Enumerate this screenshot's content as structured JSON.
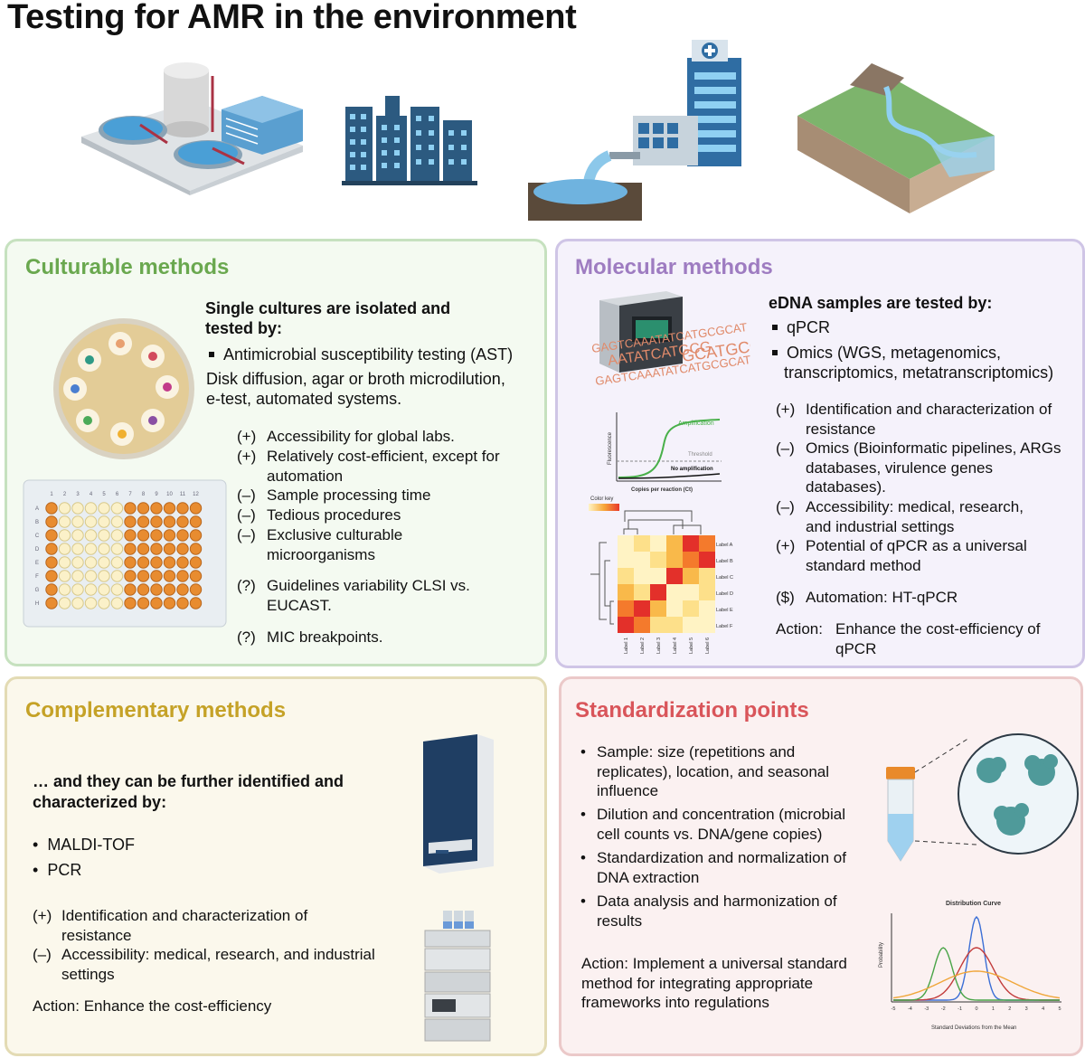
{
  "title": "Testing for AMR in the environment",
  "colors": {
    "culturable": "#6aa84f",
    "molecular": "#9e7cc1",
    "complementary": "#c5a227",
    "standardization": "#d9555a"
  },
  "culturable": {
    "title": "Culturable methods",
    "heading_line1": "Single cultures are isolated and",
    "heading_line2": "tested by:",
    "bullet": "Antimicrobial susceptibility testing (AST)",
    "desc_line1": "Disk diffusion, agar or broth microdilution,",
    "desc_line2": "e-test, automated systems.",
    "items": [
      {
        "sign": "(+)",
        "text": "Accessibility for global labs."
      },
      {
        "sign": "(+)",
        "text": "Relatively cost-efficient, except  for automation"
      },
      {
        "sign": "(–)",
        "text": "Sample processing time"
      },
      {
        "sign": "(–)",
        "text": "Tedious procedures"
      },
      {
        "sign": "(–)",
        "text": "Exclusive culturable microorganisms"
      }
    ],
    "q1_sign": "(?)",
    "q1_text": "Guidelines variability CLSI vs. EUCAST.",
    "q2_sign": "(?)",
    "q2_text": "MIC breakpoints.",
    "plate_cols": [
      "1",
      "2",
      "3",
      "4",
      "5",
      "6",
      "7",
      "8",
      "9",
      "10",
      "11",
      "12"
    ],
    "plate_rows": [
      "A",
      "B",
      "C",
      "D",
      "E",
      "F",
      "G",
      "H"
    ]
  },
  "molecular": {
    "title": "Molecular methods",
    "heading": "eDNA samples are tested by:",
    "bullets": [
      "qPCR",
      "Omics (WGS, metagenomics,"
    ],
    "bullet2_cont": "transcriptomics, metatranscriptomics)",
    "items": [
      {
        "sign": "(+)",
        "text": "Identification and characterization of resistance"
      },
      {
        "sign": "(–)",
        "text": "Omics (Bioinformatic pipelines, ARGs databases, virulence genes databases)."
      },
      {
        "sign": "(–)",
        "text": "Accessibility: medical, research, and industrial settings"
      },
      {
        "sign": "(+)",
        "text": "Potential of qPCR as a universal standard method"
      }
    ],
    "dollar_sign": "($)",
    "dollar_text": "Automation: HT-qPCR",
    "action_label": "Action:",
    "action_text": "Enhance the cost-efficiency of qPCR",
    "dna_seq": "GCATGCGCAT",
    "dna_seq2": "AATATCATGCG",
    "dna_seq3": "GAGTCAAATATCATGCGCAT",
    "amp_label": "Amplification",
    "threshold_label": "Threshold",
    "noamp_label": "No amplification",
    "y_axis": "Fluorescence",
    "x_axis": "Copies per reaction (Ct)",
    "colorkey": "Color key",
    "row_labels": [
      "Label A",
      "Label B",
      "Label C",
      "Label D",
      "Label E",
      "Label F"
    ],
    "col_labels": [
      "Label 1",
      "Label 2",
      "Label 3",
      "Label 4",
      "Label 5",
      "Label 6"
    ]
  },
  "complementary": {
    "title": "Complementary methods",
    "heading_line1": "… and they can be further identified and",
    "heading_line2": "characterized by:",
    "bullets": [
      "MALDI-TOF",
      "PCR"
    ],
    "items": [
      {
        "sign": "(+)",
        "text": "Identification and characterization of resistance"
      },
      {
        "sign": "(–)",
        "text": "Accessibility: medical, research, and industrial settings"
      }
    ],
    "action": "Action: Enhance the cost-efficiency"
  },
  "standardization": {
    "title": "Standardization points",
    "bullets": [
      "Sample: size (repetitions and replicates), location, and seasonal influence",
      "Dilution and concentration (microbial cell counts vs. DNA/gene copies)",
      "Standardization and normalization of DNA extraction",
      "Data analysis and harmonization of results"
    ],
    "action": "Action: Implement a universal standard method for integrating appropriate frameworks into regulations",
    "chart_title": "Distribution Curve",
    "chart_ylabel": "Probability",
    "chart_xlabel": "Standard Deviations from the Mean",
    "chart_ticks": [
      "-5",
      "-4",
      "-3",
      "-2",
      "-1",
      "0",
      "1",
      "2",
      "3",
      "4",
      "5"
    ]
  }
}
